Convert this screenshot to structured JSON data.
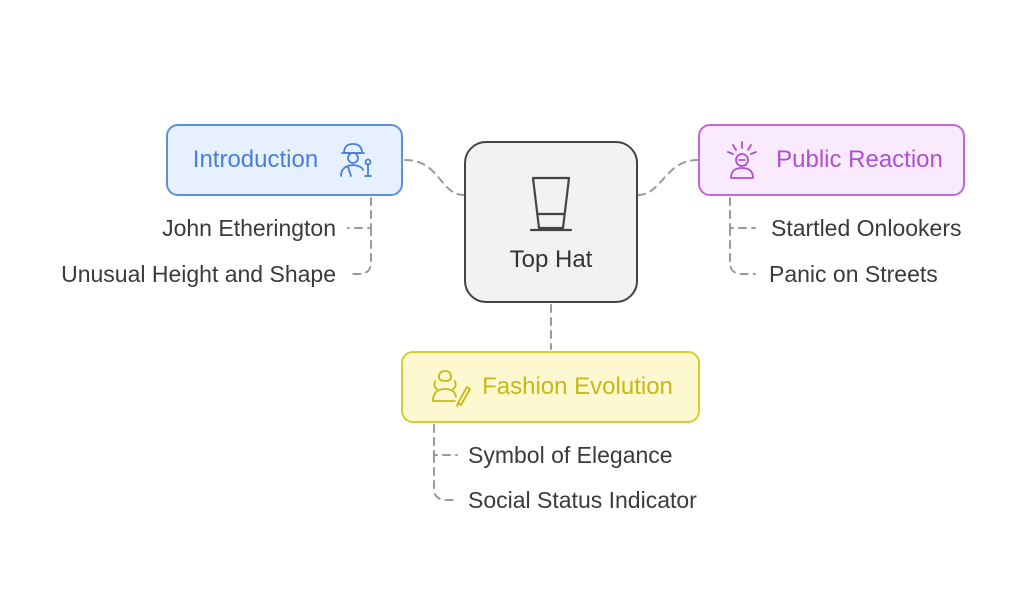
{
  "center": {
    "label": "Top Hat",
    "icon": "top-hat-icon"
  },
  "branches": {
    "introduction": {
      "label": "Introduction",
      "icon": "worker-figure-icon",
      "color": "#5b8fe0",
      "items": [
        "John Etherington",
        "Unusual Height and Shape"
      ]
    },
    "public_reaction": {
      "label": "Public Reaction",
      "icon": "startled-person-icon",
      "color": "#c266dd",
      "items": [
        "Startled Onlookers",
        "Panic on Streets"
      ]
    },
    "fashion_evolution": {
      "label": "Fashion Evolution",
      "icon": "figure-with-pencil-icon",
      "color": "#d8cc2e",
      "items": [
        "Symbol of Elegance",
        "Social Status Indicator"
      ]
    }
  }
}
